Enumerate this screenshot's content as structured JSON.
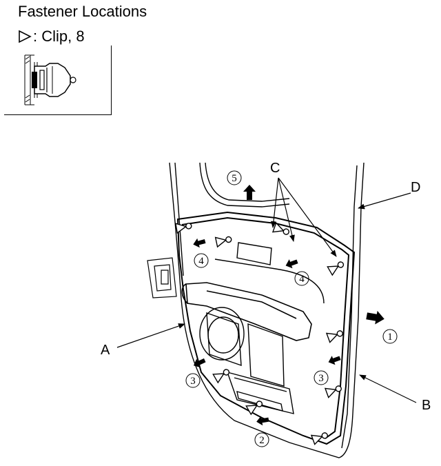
{
  "header": {
    "title": "Fastener Locations",
    "legend_text": ": Clip, 8"
  },
  "callouts": {
    "A": "A",
    "B": "B",
    "C": "C",
    "D": "D"
  },
  "steps": {
    "s1": "1",
    "s2": "2",
    "s3a": "3",
    "s3b": "3",
    "s4a": "4",
    "s4b": "4",
    "s5": "5"
  },
  "icons": {
    "clip_symbol": "triangle-clip-icon"
  }
}
